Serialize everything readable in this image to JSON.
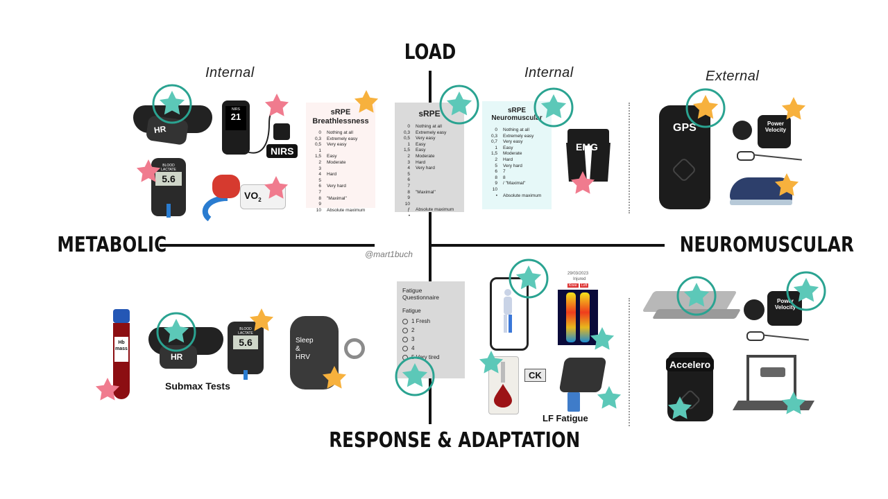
{
  "axes": {
    "top": "LOAD",
    "bottom": "RESPONSE & ADAPTATION",
    "left": "METABOLIC",
    "right": "NEUROMUSCULAR"
  },
  "subtitles": {
    "left_internal": "Internal",
    "right_internal": "Internal",
    "external": "External"
  },
  "watermark": "@mart1buch",
  "colors": {
    "pink_star": "#f07b8e",
    "teal_star": "#5cc8b8",
    "orange_star": "#f7b13d",
    "ring": "#2aa391",
    "axis": "#111111"
  },
  "device_labels": {
    "hr1": "HR",
    "nirs": "NIRS",
    "nirs_screen": "21",
    "nirs_small": "NIRS",
    "lactate_screen": "5.6",
    "lactate_small": "BLOOD LACTATE",
    "vo2": "VO",
    "vo2_sub": "2",
    "emg": "EMG",
    "gps": "GPS",
    "power_velocity_1": "Power Velocity",
    "hb": "Hb mass",
    "hr2": "HR",
    "lactate2_screen": "5.6",
    "lactate2_small": "BLOOD LACTATE",
    "submax": "Submax Tests",
    "sleep_hrv": "Sleep & HRV",
    "ck": "CK",
    "lf_fatigue": "LF Fatigue",
    "thermo_date": "29/03/2023",
    "thermo_status": "Injured",
    "thermo_knee": "Knee",
    "thermo_left": "Left",
    "power_velocity_2": "Power Velocity",
    "accelero": "Accelero"
  },
  "srpe_breathlessness": {
    "title": "sRPE Breathlessness",
    "rows": [
      [
        "0",
        "Nothing at all"
      ],
      [
        "0,3",
        "Extremely easy"
      ],
      [
        "0,5",
        "Very easy"
      ],
      [
        "1",
        ""
      ],
      [
        "1,5",
        "Easy"
      ],
      [
        "2",
        "Moderate"
      ],
      [
        "3",
        ""
      ],
      [
        "4",
        "Hard"
      ],
      [
        "5",
        ""
      ],
      [
        "6",
        "Very hard"
      ],
      [
        "7",
        ""
      ],
      [
        "8",
        "\"Maximal\""
      ],
      [
        "9",
        ""
      ],
      [
        "10",
        "Absolute maximum"
      ]
    ]
  },
  "srpe": {
    "title": "sRPE",
    "rows": [
      [
        "0",
        "Nothing at all"
      ],
      [
        "0,3",
        "Extremely easy"
      ],
      [
        "0,5",
        "Very easy"
      ],
      [
        "1",
        "Easy"
      ],
      [
        "1,5",
        "Easy"
      ],
      [
        "2",
        "Moderate"
      ],
      [
        "3",
        "Hard"
      ],
      [
        "4",
        "Very hard"
      ],
      [
        "5",
        ""
      ],
      [
        "6",
        ""
      ],
      [
        "7",
        ""
      ],
      [
        "8",
        "\"Maximal\""
      ],
      [
        "9",
        ""
      ],
      [
        "10",
        ""
      ],
      [
        "ƒ",
        "Absolute maximum"
      ],
      [
        "•",
        ""
      ]
    ]
  },
  "srpe_neuromuscular": {
    "title": "sRPE Neuromuscular",
    "rows": [
      [
        "0",
        "Nothing at all"
      ],
      [
        "0,3",
        "Extremely easy"
      ],
      [
        "0,7",
        "Very easy"
      ],
      [
        "1",
        "Easy"
      ],
      [
        "1,5",
        "Moderate"
      ],
      [
        "2",
        "Hard"
      ],
      [
        "5",
        "Very hard"
      ],
      [
        "6",
        "7"
      ],
      [
        "8",
        "8"
      ],
      [
        "9",
        "/   \"Maximal\""
      ],
      [
        "10",
        ""
      ],
      [
        "•",
        "Absolute maximum"
      ]
    ]
  },
  "fatigue_questionnaire": {
    "title": "Fatigue Questionnaire",
    "label": "Fatigue",
    "options": [
      "1 Fresh",
      "2",
      "3",
      "4",
      "5 Very tired"
    ]
  }
}
